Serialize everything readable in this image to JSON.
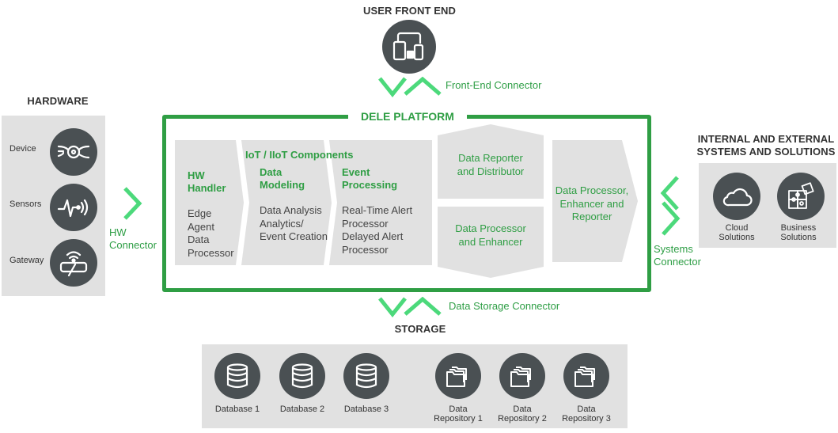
{
  "user_front_end": {
    "title": "USER FRONT END",
    "icon": "devices-icon",
    "connector_label": "Front-End Connector"
  },
  "hardware": {
    "title": "HARDWARE",
    "items": [
      {
        "label": "Device",
        "icon": "device-icon"
      },
      {
        "label": "Sensors",
        "icon": "sensor-icon"
      },
      {
        "label": "Gateway",
        "icon": "gateway-icon"
      }
    ],
    "connector_label_line1": "HW",
    "connector_label_line2": "Connector"
  },
  "platform": {
    "title": "DELE PLATFORM",
    "iot_title": "IoT / IIoT Components",
    "components": [
      {
        "head": [
          "HW",
          "Handler"
        ],
        "body": [
          "Edge",
          "Agent",
          "Data",
          "Processor"
        ]
      },
      {
        "head": [
          "Data",
          "Modeling"
        ],
        "body": [
          "Data Analysis",
          "Analytics/",
          "Event Creation"
        ]
      },
      {
        "head": [
          "Event",
          "Processing"
        ],
        "body": [
          "Real-Time Alert",
          "Processor",
          "Delayed Alert",
          "Processor"
        ]
      }
    ],
    "reporter": [
      "Data Reporter",
      "and Distributor"
    ],
    "enhancer": [
      "Data Processor",
      "and Enhancer"
    ],
    "processor": [
      "Data Processor,",
      "Enhancer and",
      "Reporter"
    ]
  },
  "systems": {
    "title_line1": "INTERNAL AND EXTERNAL",
    "title_line2": "SYSTEMS AND SOLUTIONS",
    "items": [
      {
        "label": [
          "Cloud",
          "Solutions"
        ],
        "icon": "cloud-icon"
      },
      {
        "label": [
          "Business",
          "Solutions"
        ],
        "icon": "puzzle-icon"
      }
    ],
    "connector_label_line1": "Systems",
    "connector_label_line2": "Connector"
  },
  "storage": {
    "title": "STORAGE",
    "connector_label": "Data Storage Connector",
    "databases": [
      {
        "label": "Database 1"
      },
      {
        "label": "Database 2"
      },
      {
        "label": "Database 3"
      }
    ],
    "repositories": [
      {
        "label": [
          "Data",
          "Repository 1"
        ]
      },
      {
        "label": [
          "Data",
          "Repository 2"
        ]
      },
      {
        "label": [
          "Data",
          "Repository 3"
        ]
      }
    ]
  },
  "colors": {
    "platform_green": "#2f9e44",
    "connector_green": "#4cd97b",
    "icon_dark": "#4a5053",
    "panel_gray": "#e1e1e1"
  }
}
